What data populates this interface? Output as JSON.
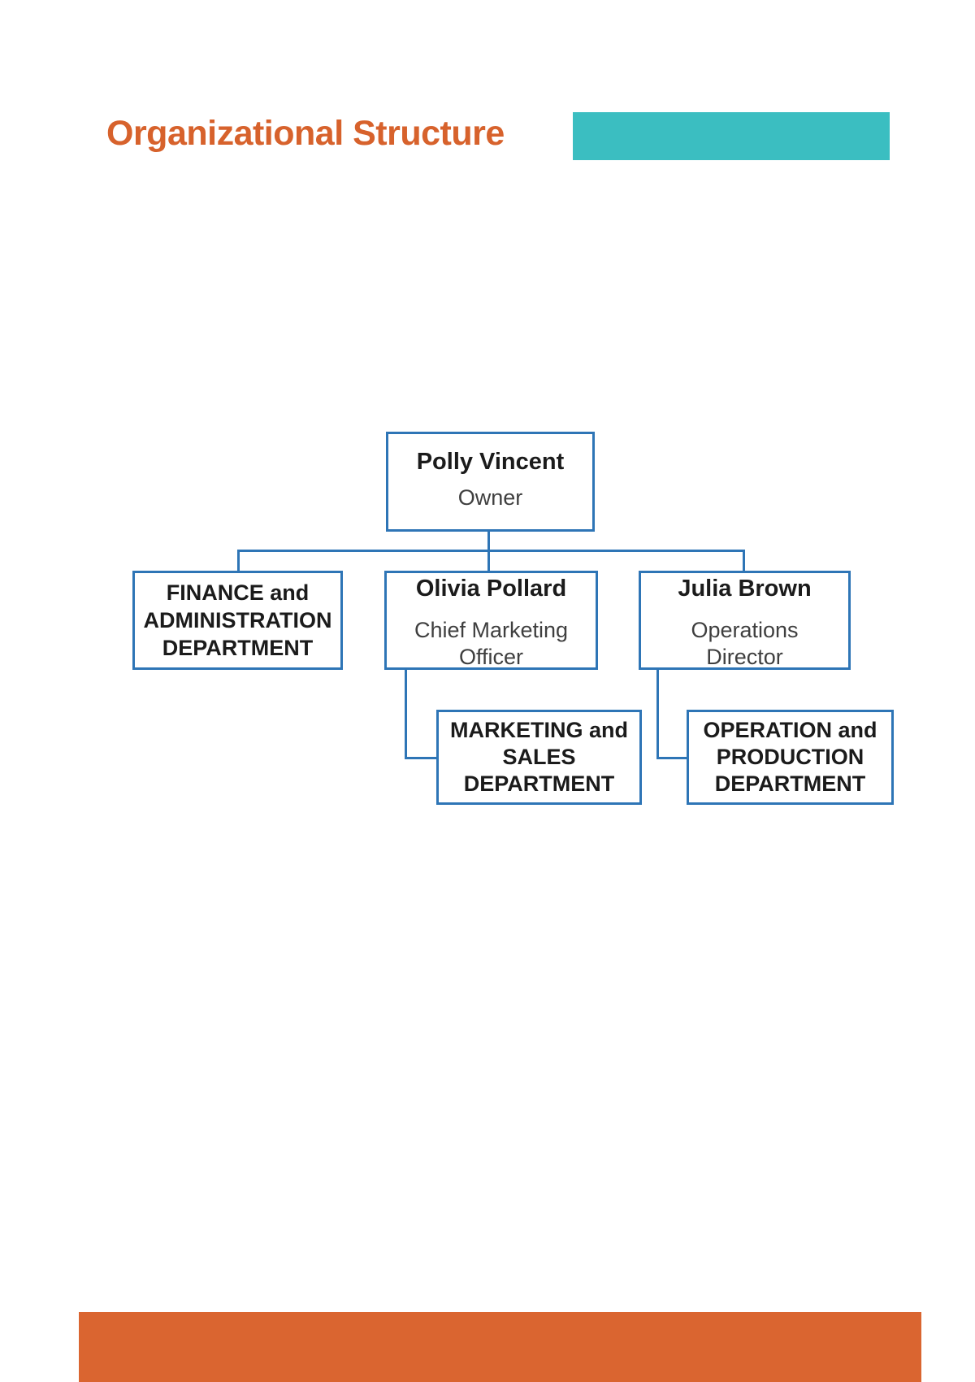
{
  "page": {
    "title": "Organizational Structure",
    "colors": {
      "title_orange": "#D7622C",
      "accent_teal": "#3BBEC1",
      "footer_orange": "#DA6530",
      "box_border_blue": "#2E75B6",
      "name_text": "#1B1B1B",
      "role_text": "#3F3F3F"
    }
  },
  "org_chart": {
    "root": {
      "name": "Polly Vincent",
      "role": "Owner"
    },
    "finance": {
      "lines": [
        "FINANCE and",
        "ADMINISTRATION",
        "DEPARTMENT"
      ]
    },
    "olivia": {
      "name": "Olivia Pollard",
      "role_lines": [
        "Chief Marketing",
        "Officer"
      ]
    },
    "julia": {
      "name": "Julia Brown",
      "role_lines": [
        "Operations",
        "Director"
      ]
    },
    "marketing": {
      "lines": [
        "MARKETING and",
        "SALES",
        "DEPARTMENT"
      ]
    },
    "operation": {
      "lines": [
        "OPERATION and",
        "PRODUCTION",
        "DEPARTMENT"
      ]
    }
  }
}
